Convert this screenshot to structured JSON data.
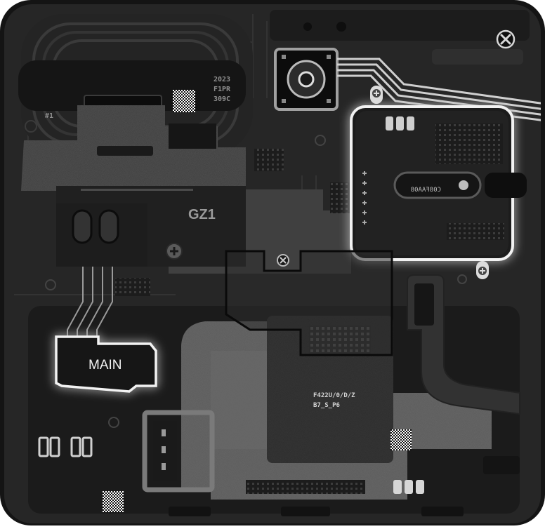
{
  "board_labels": {
    "main": "MAIN",
    "gz1": "GZ1",
    "date_code": [
      "2023",
      "F1PR",
      "309C"
    ],
    "ref_number": "#1",
    "chip_marking": [
      "F422U/0/D/Z",
      "B7_S_P6"
    ],
    "mirrored_code": "C08FAA08"
  },
  "colors": {
    "frame": "#1a1a1a",
    "board": "#2b2b2b",
    "highlight": "#f2f2f2",
    "shield": "#3a3a3a"
  },
  "icons": [
    "close-icon",
    "camera-lens-icon",
    "screw-icon",
    "qr-code-icon"
  ]
}
